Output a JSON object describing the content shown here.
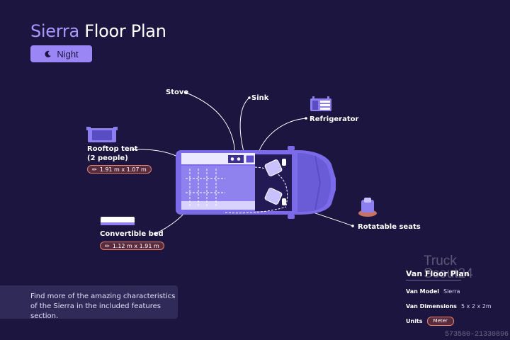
{
  "header": {
    "title_accent": "Sierra",
    "title_rest": "Floor Plan",
    "mode_button_label": "Night",
    "mode_icon": "moon-icon"
  },
  "features": {
    "stove": "Stove",
    "sink": "Sink",
    "refrigerator": "Refrigerator",
    "rooftop_tent_line1": "Rooftop tent",
    "rooftop_tent_line2": "(2 people)",
    "rooftop_tent_dim": "1.91 m x 1.07 m",
    "convertible_bed": "Convertible bed",
    "convertible_bed_dim": "1.12 m x 1.91 m",
    "rotatable_seats": "Rotatable seats"
  },
  "info_card": {
    "line1": "Find more of the amazing characteristics",
    "line2": "of the Sierra in the included features section."
  },
  "spec": {
    "heading": "Van Floor Plan",
    "model_label": "Van Model",
    "model_value": "Sierra",
    "dimensions_label": "Van Dimensions",
    "dimensions_value": "5 x 2 x 2m",
    "units_label": "Units",
    "units_value": "Meter"
  },
  "watermark": {
    "brand_line1": "Truck",
    "brand_line2": "Scout24",
    "image_id": "573580-21330896"
  },
  "colors": {
    "background": "#1c1540",
    "accent": "#a797ff",
    "van_body": "#7b6be8",
    "badge_border": "#e3846a"
  }
}
